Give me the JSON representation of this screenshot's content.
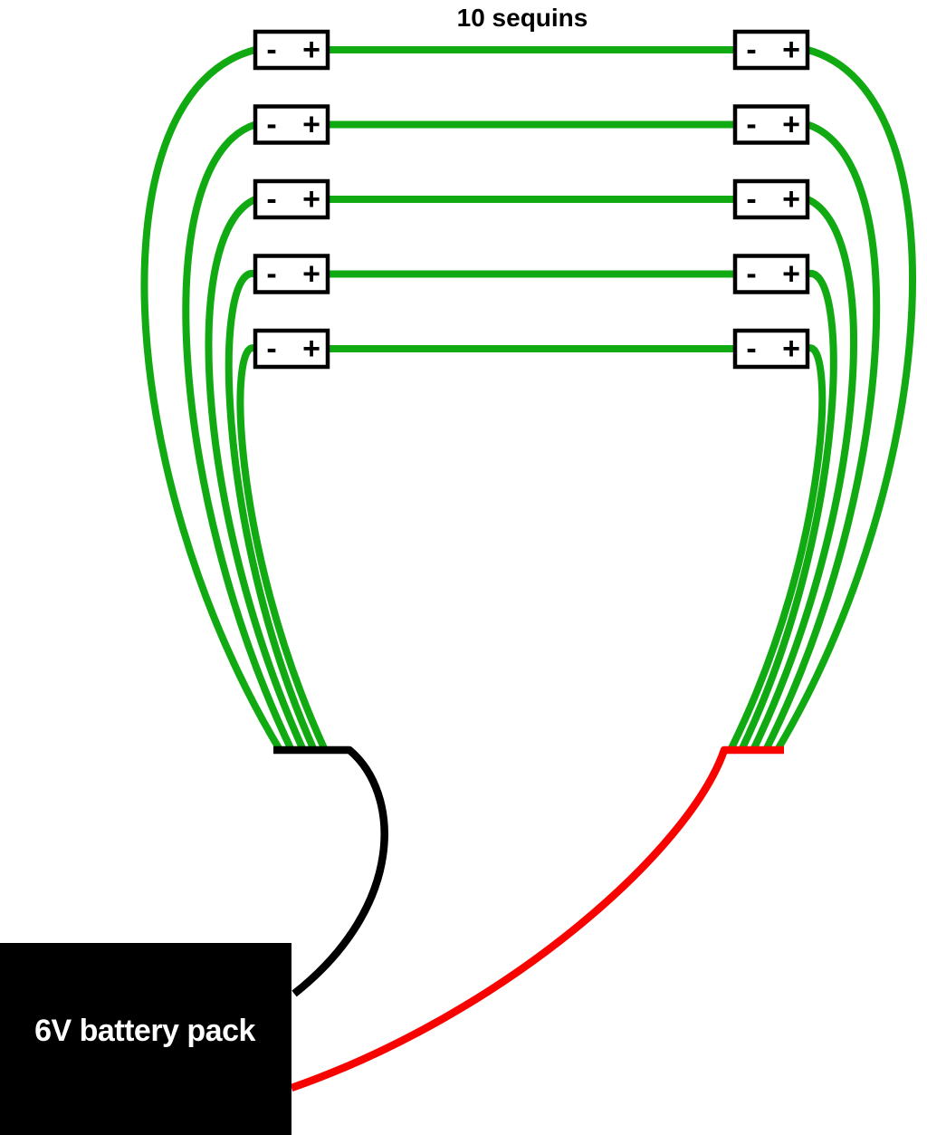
{
  "title": "10 sequins",
  "sequins": {
    "count": 10,
    "rows_per_side": 5,
    "sides": 2,
    "minus_label": "-",
    "plus_label": "+"
  },
  "battery": {
    "label": "6V battery pack"
  },
  "colors": {
    "background": "#ffffff",
    "led_wire": "#12aa12",
    "negative_wire": "#000000",
    "positive_wire": "#f80400",
    "sequin_border": "#000000",
    "sequin_fill": "#ffffff",
    "battery_fill": "#000000",
    "battery_text": "#ffffff",
    "title_text": "#000000"
  }
}
